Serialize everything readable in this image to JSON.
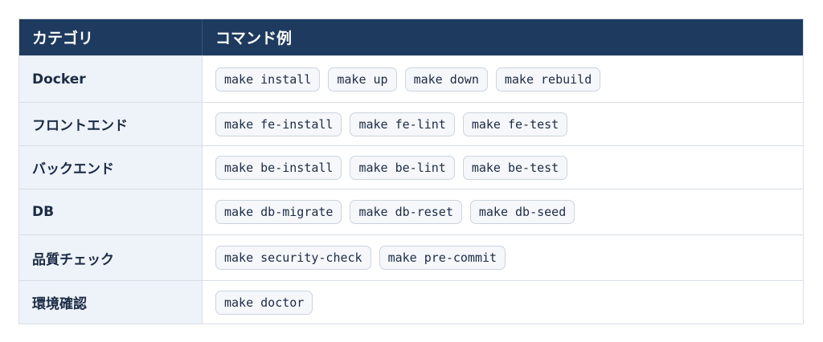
{
  "header": {
    "category": "カテゴリ",
    "commands": "コマンド例"
  },
  "rows": [
    {
      "category": "Docker",
      "commands": [
        "make install",
        "make up",
        "make down",
        "make rebuild"
      ]
    },
    {
      "category": "フロントエンド",
      "commands": [
        "make fe-install",
        "make fe-lint",
        "make fe-test"
      ]
    },
    {
      "category": "バックエンド",
      "commands": [
        "make be-install",
        "make be-lint",
        "make be-test"
      ]
    },
    {
      "category": "DB",
      "commands": [
        "make db-migrate",
        "make db-reset",
        "make db-seed"
      ]
    },
    {
      "category": "品質チェック",
      "commands": [
        "make security-check",
        "make pre-commit"
      ]
    },
    {
      "category": "環境確認",
      "commands": [
        "make doctor"
      ]
    }
  ],
  "colors": {
    "header_bg": "#1e3a5f",
    "category_bg": "#eef3f9",
    "chip_bg": "#f5f7fa",
    "border": "#d9dee6"
  }
}
